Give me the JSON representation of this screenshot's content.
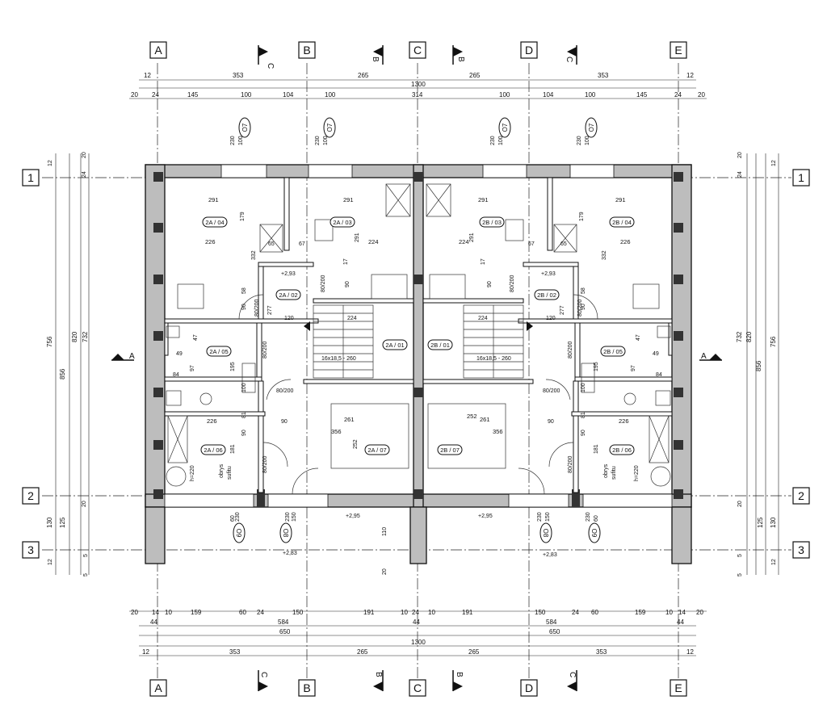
{
  "axes": {
    "columns": [
      "A",
      "B",
      "C",
      "D",
      "E"
    ],
    "rows": [
      "1",
      "2",
      "3"
    ]
  },
  "sections": {
    "top": [
      "C",
      "B",
      "B",
      "C"
    ],
    "bottom": [
      "C",
      "B",
      "B",
      "C"
    ],
    "side": [
      "A",
      "A"
    ]
  },
  "dims": {
    "top_row1": [
      "12",
      "353",
      "265",
      "265",
      "353",
      "12"
    ],
    "top_total": "1300",
    "top_row2": [
      "20",
      "24",
      "145",
      "100",
      "104",
      "100",
      "314",
      "100",
      "104",
      "100",
      "145",
      "24",
      "20"
    ],
    "left_outer": "856",
    "left_mid": "756",
    "left_820": "820",
    "left_732": "732",
    "left_130": "130",
    "left_125": "125",
    "left_small": [
      "12",
      "20",
      "24",
      "20",
      "5",
      "12",
      "5"
    ],
    "right_outer": "856",
    "right_mid": "756",
    "right_820": "820",
    "right_732": "732",
    "right_130": "130",
    "right_125": "125",
    "right_small": [
      "12",
      "20",
      "24",
      "20",
      "5",
      "12",
      "5"
    ],
    "bottom_row1": [
      "20",
      "14",
      "10",
      "159",
      "60",
      "24",
      "150",
      "191",
      "10",
      "24",
      "10",
      "191",
      "150",
      "24",
      "60",
      "159",
      "10",
      "14",
      "20"
    ],
    "bottom_row2": [
      "44",
      "584",
      "44",
      "584",
      "44"
    ],
    "bottom_row3": [
      "650",
      "650"
    ],
    "bottom_total": "1300",
    "bottom_row4": [
      "12",
      "353",
      "265",
      "265",
      "353",
      "12"
    ]
  },
  "windows": {
    "top": [
      {
        "tag": "O7",
        "size": "230",
        "sub": "100"
      },
      {
        "tag": "O7",
        "size": "230",
        "sub": "100"
      },
      {
        "tag": "O7",
        "size": "230",
        "sub": "100"
      },
      {
        "tag": "O7",
        "size": "230",
        "sub": "100"
      }
    ],
    "bottom": [
      {
        "tag": "O9",
        "size": "230",
        "sub": "60"
      },
      {
        "tag": "O8",
        "size": "230",
        "sub": "150"
      },
      {
        "tag": "O8",
        "size": "230",
        "sub": "150"
      },
      {
        "tag": "O9",
        "size": "230",
        "sub": "60"
      }
    ]
  },
  "rooms": {
    "2A_04": "2A / 04",
    "2A_03": "2A / 03",
    "2A_02": "2A / 02",
    "2A_05": "2A / 05",
    "2A_01": "2A / 01",
    "2A_06": "2A / 06",
    "2A_07": "2A / 07",
    "2B_03": "2B / 03",
    "2B_04": "2B / 04",
    "2B_02": "2B / 02",
    "2B_01": "2B / 01",
    "2B_05": "2B / 05",
    "2B_06": "2B / 06",
    "2B_07": "2B / 07"
  },
  "interior": {
    "d291": "291",
    "d226": "226",
    "d224": "224",
    "d179": "179",
    "d332": "332",
    "d65": "65",
    "d67": "67",
    "d17": "17",
    "d58": "58",
    "d90": "90",
    "d80_200": "80/200",
    "d120": "120",
    "d277": "277",
    "d47": "47",
    "d49": "49",
    "d84": "84",
    "d97": "97",
    "d195": "195",
    "d100": "100",
    "d261": "261",
    "d356": "356",
    "d252": "252",
    "d181": "181",
    "d81": "81",
    "d110": "110",
    "d20": "20",
    "stair": "16x18,5 - 260",
    "level_293": "+2,93",
    "level_295": "+2,95",
    "level_283": "+2,83",
    "h220": "h=220",
    "obrys": "obrys",
    "sufitu": "sufitu"
  }
}
